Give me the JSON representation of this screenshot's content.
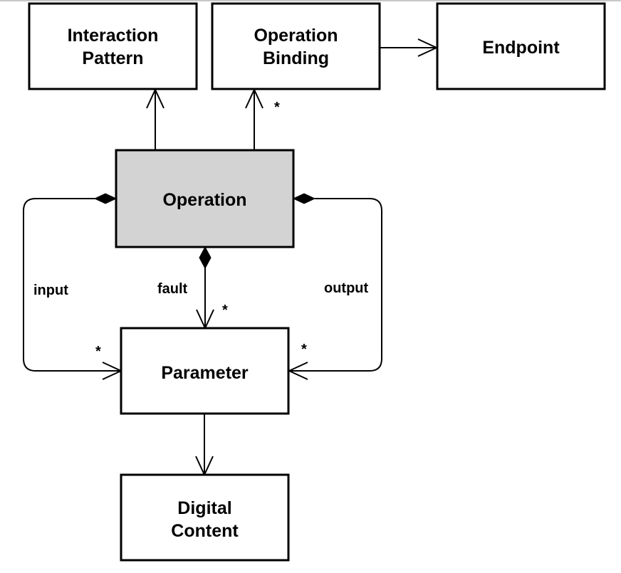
{
  "nodes": {
    "interaction_pattern": {
      "lines": [
        "Interaction",
        "Pattern"
      ]
    },
    "operation_binding": {
      "lines": [
        "Operation",
        "Binding"
      ]
    },
    "endpoint": {
      "lines": [
        "Endpoint"
      ]
    },
    "operation": {
      "lines": [
        "Operation"
      ]
    },
    "parameter": {
      "lines": [
        "Parameter"
      ]
    },
    "digital_content": {
      "lines": [
        "Digital",
        "Content"
      ]
    }
  },
  "edges": {
    "input": {
      "label": "input",
      "multiplicity": "*"
    },
    "fault": {
      "label": "fault",
      "multiplicity": "*"
    },
    "output": {
      "label": "output",
      "multiplicity": "*"
    },
    "operation_to_binding": {
      "multiplicity": "*"
    }
  },
  "colors": {
    "box_fill": "#ffffff",
    "highlight_fill": "#d3d3d3",
    "stroke": "#000000"
  }
}
